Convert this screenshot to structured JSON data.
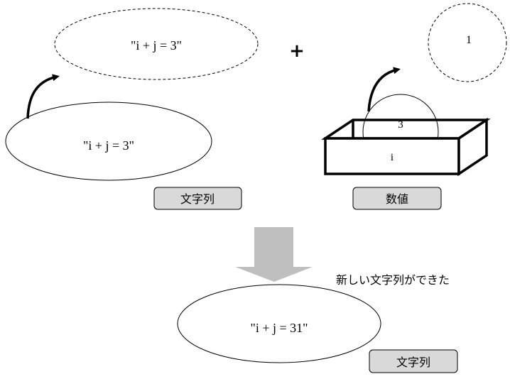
{
  "top": {
    "string_value": "\"i + j = 3\"",
    "copied_string_value": "\"i + j = 3\"",
    "string_type_label": "文字列",
    "plus_sign": "+",
    "box_variable_name": "i",
    "box_value": "3",
    "copied_number_value": "1",
    "number_type_label": "数値"
  },
  "bottom": {
    "caption": "新しい文字列ができた",
    "result_value": "\"i + j = 31\"",
    "result_type_label": "文字列"
  },
  "colors": {
    "line": "#000000",
    "label_fill": "#d9d9d9",
    "down_arrow": "#bfbfbf"
  }
}
